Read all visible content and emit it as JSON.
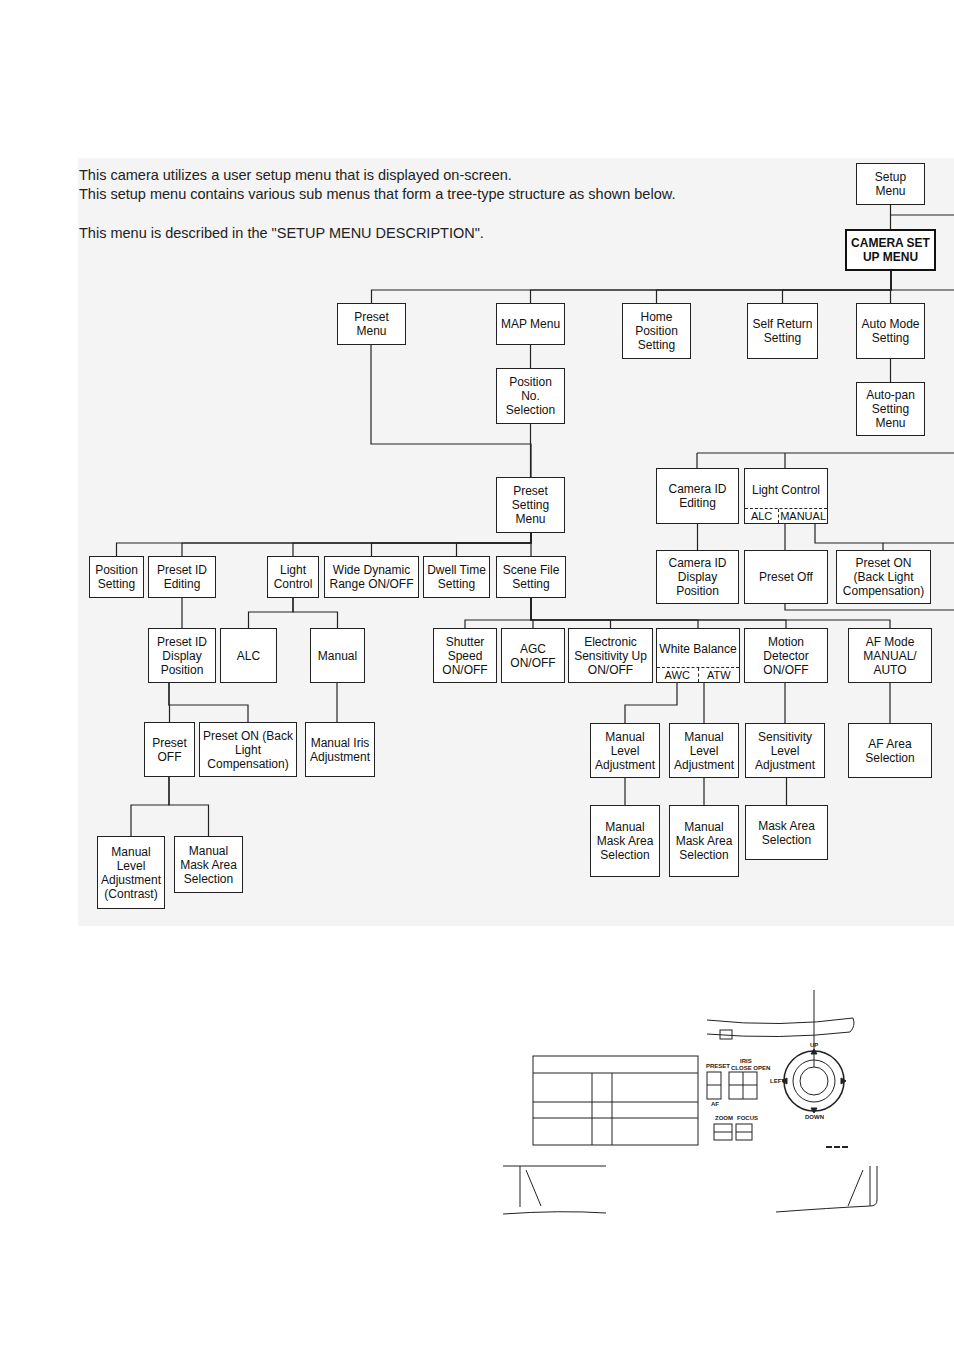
{
  "diagram": {
    "nodes": [
      {
        "text": [
          "Setup Menu"
        ]
      },
      {
        "text": [
          "CAMERA SET UP MENU"
        ]
      },
      {
        "text": [
          "Preset Menu"
        ]
      },
      {
        "text": [
          "MAP Menu"
        ]
      },
      {
        "text": [
          "Home Position Setting"
        ]
      },
      {
        "text": [
          "Self Return Setting"
        ]
      },
      {
        "text": [
          "Auto Mode Setting"
        ]
      },
      {
        "text": [
          "Position No. Selection"
        ]
      },
      {
        "text": [
          "Auto-pan Setting Menu"
        ]
      },
      {
        "text": [
          "Preset Setting Menu"
        ]
      },
      {
        "text": [
          "Camera ID Editing"
        ]
      },
      {
        "text": [
          "Light Control",
          "ALC",
          "MANUAL"
        ]
      },
      {
        "text": [
          "Position Setting"
        ]
      },
      {
        "text": [
          "Preset ID Editing"
        ]
      },
      {
        "text": [
          "Light Control"
        ]
      },
      {
        "text": [
          "Wide Dynamic Range ON/OFF"
        ]
      },
      {
        "text": [
          "Dwell Time Setting"
        ]
      },
      {
        "text": [
          "Scene File Setting"
        ]
      },
      {
        "text": [
          "Camera ID Display Position"
        ]
      },
      {
        "text": [
          "Preset Off"
        ]
      },
      {
        "text": [
          "Preset ON (Back Light Compensation)"
        ]
      },
      {
        "text": [
          "Preset ID Display Position"
        ]
      },
      {
        "text": [
          "ALC"
        ]
      },
      {
        "text": [
          "Manual"
        ]
      },
      {
        "text": [
          "Shutter Speed ON/OFF"
        ]
      },
      {
        "text": [
          "AGC ON/OFF"
        ]
      },
      {
        "text": [
          "Electronic Sensitivity Up ON/OFF"
        ]
      },
      {
        "text": [
          "White Balance",
          "AWC",
          "ATW"
        ]
      },
      {
        "text": [
          "Motion Detector ON/OFF"
        ]
      },
      {
        "text": [
          "AF Mode MANUAL/ AUTO"
        ]
      },
      {
        "text": [
          "Preset OFF"
        ]
      },
      {
        "text": [
          "Preset ON (Back Light Compensation)"
        ]
      },
      {
        "text": [
          "Manual Iris Adjustment"
        ]
      },
      {
        "text": [
          "Manual Level Adjustment"
        ]
      },
      {
        "text": [
          "Manual Level Adjustment"
        ]
      },
      {
        "text": [
          "Sensitivity Level Adjustment"
        ]
      },
      {
        "text": [
          "AF Area Selection"
        ]
      },
      {
        "text": [
          "Manual Mask Area Selection"
        ]
      },
      {
        "text": [
          "Manual Mask Area Selection"
        ]
      },
      {
        "text": [
          "Mask Area Selection"
        ]
      },
      {
        "text": [
          "Manual Level Adjustment (Contrast)"
        ]
      },
      {
        "text": [
          "Manual Mask Area Selection"
        ]
      }
    ],
    "edges": [
      {
        "from": 0,
        "to": 1,
        "arrow": "none"
      },
      {
        "from": 1,
        "to": 2,
        "arrow": "none"
      },
      {
        "from": 1,
        "to": 3,
        "arrow": "none"
      },
      {
        "from": 1,
        "to": 4,
        "arrow": "none"
      },
      {
        "from": 1,
        "to": 5,
        "arrow": "none"
      },
      {
        "from": 1,
        "to": 6,
        "arrow": "none"
      },
      {
        "from": 3,
        "to": 7,
        "arrow": "none"
      },
      {
        "from": 2,
        "to": 9,
        "arrow": "none"
      },
      {
        "from": 7,
        "to": 9,
        "arrow": "none"
      },
      {
        "from": 6,
        "to": 8,
        "arrow": "none"
      },
      {
        "from": 10,
        "to": 18,
        "arrow": "none"
      },
      {
        "from": 11,
        "to": 19,
        "arrow": "none"
      },
      {
        "from": 11,
        "to": 20,
        "arrow": "none"
      },
      {
        "from": 9,
        "to": 12,
        "arrow": "none"
      },
      {
        "from": 9,
        "to": 13,
        "arrow": "none"
      },
      {
        "from": 9,
        "to": 14,
        "arrow": "none"
      },
      {
        "from": 9,
        "to": 15,
        "arrow": "none"
      },
      {
        "from": 9,
        "to": 16,
        "arrow": "none"
      },
      {
        "from": 9,
        "to": 17,
        "arrow": "none"
      },
      {
        "from": 13,
        "to": 21,
        "arrow": "none"
      },
      {
        "from": 14,
        "to": 22,
        "arrow": "none"
      },
      {
        "from": 14,
        "to": 23,
        "arrow": "none"
      },
      {
        "from": 17,
        "to": 24,
        "arrow": "none"
      },
      {
        "from": 17,
        "to": 25,
        "arrow": "none"
      },
      {
        "from": 17,
        "to": 26,
        "arrow": "none"
      },
      {
        "from": 17,
        "to": 27,
        "arrow": "none"
      },
      {
        "from": 17,
        "to": 28,
        "arrow": "none"
      },
      {
        "from": 17,
        "to": 29,
        "arrow": "none"
      },
      {
        "from": 22,
        "to": 30,
        "arrow": "none"
      },
      {
        "from": 22,
        "to": 31,
        "arrow": "none"
      },
      {
        "from": 23,
        "to": 32,
        "arrow": "none"
      },
      {
        "from": 27,
        "to": 33,
        "arrow": "none"
      },
      {
        "from": 27,
        "to": 34,
        "arrow": "none"
      },
      {
        "from": 28,
        "to": 35,
        "arrow": "none"
      },
      {
        "from": 29,
        "to": 36,
        "arrow": "none"
      },
      {
        "from": 33,
        "to": 37,
        "arrow": "none"
      },
      {
        "from": 34,
        "to": 38,
        "arrow": "none"
      },
      {
        "from": 35,
        "to": 39,
        "arrow": "none"
      },
      {
        "from": 30,
        "to": 40,
        "arrow": "none"
      },
      {
        "from": 30,
        "to": 41,
        "arrow": "none"
      }
    ],
    "labels": [
      "This camera utilizes a user setup menu that is displayed on-screen.",
      "This setup menu contains various sub menus that form a tree-type structure as shown below.",
      "This menu is described in the \"SETUP MENU DESCRIPTION\".",
      "PRESET",
      "IRIS",
      "CLOSE OPEN",
      "LEFT",
      "UP",
      "DOWN",
      "ZOOM",
      "FOCUS",
      "AF"
    ]
  }
}
